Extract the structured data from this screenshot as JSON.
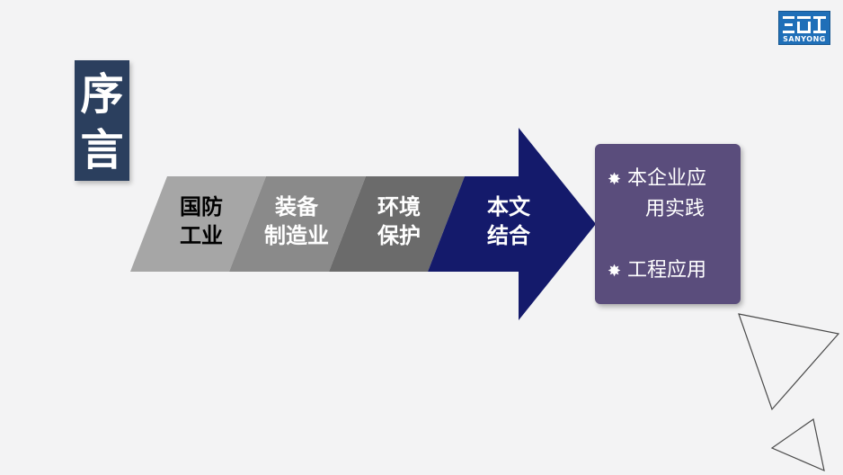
{
  "logo": {
    "text": "SANYONG",
    "brand_color": "#1f6fb8"
  },
  "title": {
    "line1": "序",
    "line2": "言",
    "color": "#2b3f5e"
  },
  "steps": [
    {
      "line1": "国防",
      "line2": "工业",
      "fill": "#a6a6a6",
      "text_color": "#000000"
    },
    {
      "line1": "装备",
      "line2": "制造业",
      "fill": "#8a8a8a",
      "text_color": "#ffffff"
    },
    {
      "line1": "环境",
      "line2": "保护",
      "fill": "#6b6b6b",
      "text_color": "#ffffff"
    },
    {
      "line1": "本文",
      "line2": "结合",
      "fill": "#141a6b",
      "text_color": "#ffffff"
    }
  ],
  "result": {
    "bullet_icon": "star-burst-icon",
    "bullet_glyph": "✸",
    "item1_line1": "本企业应",
    "item1_line2": "用实践",
    "item2": "工程应用",
    "fill": "#5a4d7c"
  }
}
